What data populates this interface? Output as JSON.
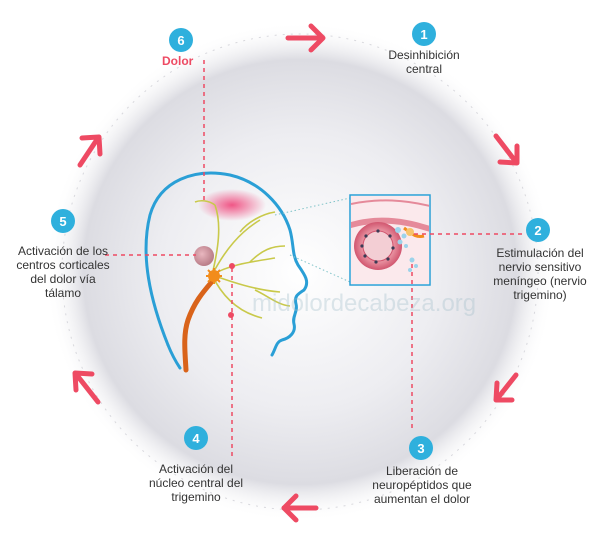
{
  "steps": [
    {
      "number": "1",
      "label_lines": [
        "Desinhibición",
        "central"
      ]
    },
    {
      "number": "2",
      "label_lines": [
        "Estimulación del",
        "nervio sensitivo",
        "meníngeo (nervio",
        "trigemino)"
      ]
    },
    {
      "number": "3",
      "label_lines": [
        "Liberación de",
        "neuropéptidos que",
        "aumentan el dolor"
      ]
    },
    {
      "number": "4",
      "label_lines": [
        "Activación del",
        "núcleo central del",
        "trigemino"
      ]
    },
    {
      "number": "5",
      "label_lines": [
        "Activación de los",
        "centros corticales",
        "del dolor vía",
        "tálamo"
      ]
    },
    {
      "number": "6",
      "label_lines": [
        "Dolor"
      ]
    }
  ],
  "watermark": "midolordecabeza.org",
  "colors": {
    "badge": "#2fb0dd",
    "arrow": "#ee4a63",
    "dashed_line": "#ee4a63",
    "head_outline": "#2a9fd6",
    "nerve": "#c9c94a",
    "spine": "#d9631a"
  },
  "icons": [
    "arrow-right-icon",
    "arrow-down-right-icon",
    "arrow-down-left-icon",
    "arrow-left-icon",
    "arrow-up-left-icon",
    "arrow-up-right-icon"
  ]
}
